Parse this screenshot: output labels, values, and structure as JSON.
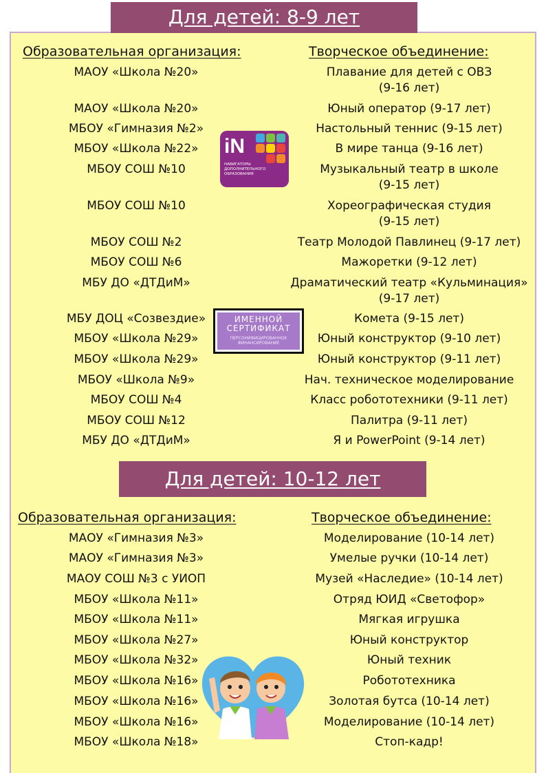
{
  "section1": {
    "title": "Для детей: 8-9 лет",
    "col_org": "Образовательная организация:",
    "col_club": "Творческое объединение:",
    "rows": [
      {
        "org": "МАОУ «Школа №20»",
        "club": "Плавание для детей с ОВЗ",
        "club2": "(9-16 лет)"
      },
      {
        "org": "МАОУ «Школа №20»",
        "club": "Юный оператор (9-17 лет)"
      },
      {
        "org": "МБОУ «Гимназия №2»",
        "club": "Настольный теннис (9-15 лет)"
      },
      {
        "org": "МБОУ «Школа №22»",
        "club": "В мире танца (9-16 лет)"
      },
      {
        "org": "МБОУ СОШ №10",
        "club": "Музыкальный театр в школе",
        "club2": "(9-15 лет)"
      },
      {
        "org": "МБОУ СОШ №10",
        "club": "Хореографическая студия",
        "club2": "(9-15 лет)"
      },
      {
        "org": "МБОУ СОШ №2",
        "club": "Театр Молодой Павлинец (9-17 лет)"
      },
      {
        "org": "МБОУ СОШ №6",
        "club": "Мажоретки (9-12 лет)"
      },
      {
        "org": "МБУ ДО «ДТДиМ»",
        "club": "Драматический театр «Кульминация»",
        "club2": "(9-17 лет)"
      },
      {
        "org": "МБУ ДОЦ «Созвездие»",
        "club": "Комета (9-15 лет)"
      },
      {
        "org": "МБОУ «Школа №29»",
        "club": "Юный конструктор (9-10 лет)"
      },
      {
        "org": "МБОУ «Школа №29»",
        "club": "Юный конструктор (9-11 лет)"
      },
      {
        "org": "МБОУ «Школа №9»",
        "club": "Нач. техническое моделирование"
      },
      {
        "org": "МБОУ СОШ №4",
        "club": "Класс робототехники (9-11 лет)"
      },
      {
        "org": "МБОУ СОШ №12",
        "club": "Палитра (9-11 лет)"
      },
      {
        "org": "МБУ ДО «ДТДиМ»",
        "club": "Я и PowerPoint (9-14 лет)"
      }
    ]
  },
  "section2": {
    "title": "Для детей: 10-12 лет",
    "col_org": "Образовательная организация:",
    "col_club": "Творческое объединение:",
    "rows": [
      {
        "org": "МАОУ «Гимназия №3»",
        "club": "Моделирование (10-14 лет)"
      },
      {
        "org": "МАОУ «Гимназия №3»",
        "club": "Умелые ручки (10-14 лет)"
      },
      {
        "org": "МАОУ СОШ №3 с УИОП",
        "club": "Музей «Наследие» (10-14 лет)"
      },
      {
        "org": "МБОУ «Школа №11»",
        "club": "Отряд ЮИД «Светофор»"
      },
      {
        "org": "МБОУ «Школа №11»",
        "club": "Мягкая игрушка"
      },
      {
        "org": "МБОУ «Школа №27»",
        "club": "Юный конструктор"
      },
      {
        "org": "МБОУ «Школа №32»",
        "club": "Юный техник"
      },
      {
        "org": "МБОУ «Школа №16»",
        "club": "Робототехника"
      },
      {
        "org": "МБОУ «Школа №16»",
        "club": "Золотая бутса (10-14 лет)"
      },
      {
        "org": "МБОУ «Школа №16»",
        "club": "Моделирование (10-14 лет)"
      },
      {
        "org": "МБОУ «Школа №18»",
        "club": "Стоп-кадр!"
      }
    ]
  },
  "logo": {
    "mark": "iN",
    "caption": "НАВИГАТОРЫ ДОПОЛНИТЕЛЬНОГО ОБРАЗОВАНИЯ",
    "colors": [
      "#3fa9e0",
      "#f28c28",
      "#7cc142",
      "#e8463c",
      "#ffd200",
      "#4db3b0"
    ]
  },
  "certificate": {
    "line1": "ИМЕННОЙ",
    "line2": "СЕРТИФИКАТ",
    "line3": "ПЕРСОНИФИЦИРОВАННОЕ",
    "line4": "ФИНАНСИРОВАНИЕ"
  },
  "colors": {
    "banner": "#944b70",
    "panel": "#fdfba6",
    "panel_border": "#c9a9cf"
  }
}
